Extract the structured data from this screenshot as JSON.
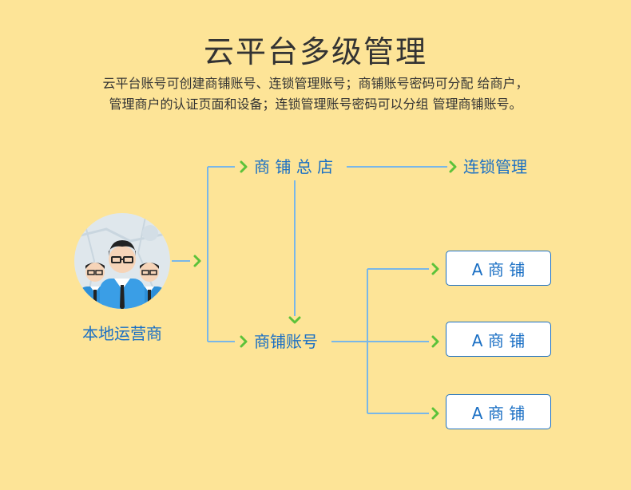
{
  "title": "云平台多级管理",
  "description": {
    "line1": "云平台账号可创建商铺账号、连锁管理账号；商铺账号密码可分配 给商户，",
    "line2": "管理商户的认证页面和设备；连锁管理账号密码可以分组 管理商铺账号。"
  },
  "nodes": {
    "operator": "本地运营商",
    "head_store": "商 铺 总 店",
    "chain_mgmt": "连锁管理",
    "store_account": "商铺账号",
    "shops": [
      "A 商 铺",
      "A 商 铺",
      "A 商 铺"
    ]
  },
  "colors": {
    "background": "#fde497",
    "line": "#79b7e8",
    "arrow": "#5cc23a",
    "text_blue": "#1a6fc4"
  }
}
